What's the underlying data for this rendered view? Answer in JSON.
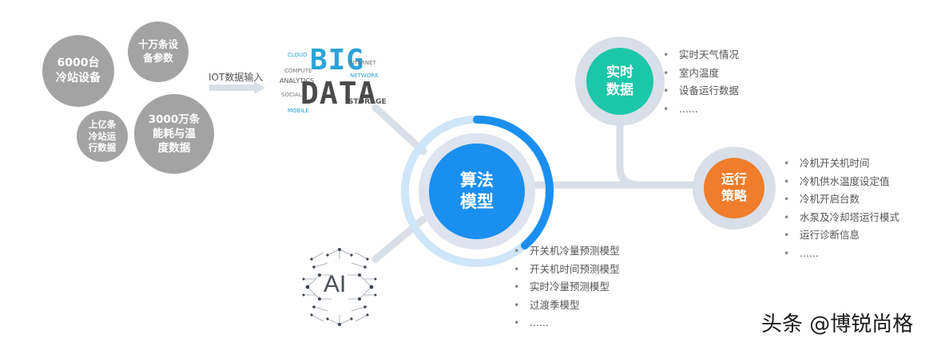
{
  "inputs": {
    "bubble1": "6000台\n冷站设备",
    "bubble2": "十万条设\n备参数",
    "bubble3": "上亿条\n冷站运\n行数据",
    "bubble4": "3000万条\n能耗与温\n度数据",
    "arrow_label": "IOT数据输入"
  },
  "big_data": {
    "big": "BIG",
    "data": "DATA",
    "words": [
      "ANALYTICS",
      "STORAGE",
      "COMPUTE",
      "CLOUD",
      "INTERNET",
      "NETWORK",
      "SOCIAL",
      "MOBILE"
    ]
  },
  "center": {
    "label": "算法\n模型",
    "items": [
      "开关机冷量预测模型",
      "开关机时间预测模型",
      "实时冷量预测模型",
      "过渡季模型",
      "......"
    ]
  },
  "realtime": {
    "label": "实时\n数据",
    "items": [
      "实时天气情况",
      "室内温度",
      "设备运行数据",
      "......"
    ]
  },
  "strategy": {
    "label": "运行\n策略",
    "items": [
      "冷机开关机时间",
      "冷机供水温度设定值",
      "冷机开启台数",
      "水泵及冷却塔运行模式",
      "运行诊断信息",
      "......"
    ]
  },
  "ai": {
    "label": "AI"
  },
  "watermark": "头条 @博锐尚格",
  "colors": {
    "center_blue": "#1a8ff0",
    "realtime_teal": "#1cc7a8",
    "strategy_orange": "#ef7d2b",
    "gray_bubble": "#a3a3a3",
    "connector": "#d9dfe8"
  }
}
